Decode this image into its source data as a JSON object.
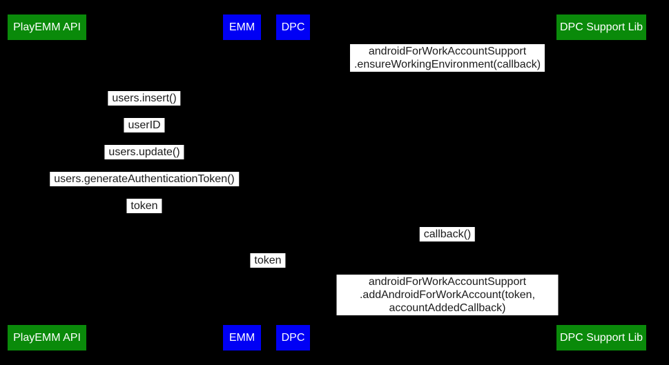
{
  "diagram": {
    "type": "sequence-diagram",
    "colors": {
      "background": "#000000",
      "actor_green": "#0a8a0a",
      "actor_blue": "#0000f5",
      "label_bg": "#ffffff",
      "label_text": "#1b1b1b",
      "actor_text": "#ffffff"
    },
    "actors": [
      {
        "label": "PlayEMM API"
      },
      {
        "label": "EMM"
      },
      {
        "label": "DPC"
      },
      {
        "label": "DPC Support Lib"
      }
    ],
    "messages": [
      {
        "text": "androidForWorkAccountSupport\n.ensureWorkingEnvironment(callback)"
      },
      {
        "text": "users.insert()"
      },
      {
        "text": "userID"
      },
      {
        "text": "users.update()"
      },
      {
        "text": "users.generateAuthenticationToken()"
      },
      {
        "text": "token"
      },
      {
        "text": "callback()"
      },
      {
        "text": "token"
      },
      {
        "text": "androidForWorkAccountSupport\n.addAndroidForWorkAccount(token, accountAddedCallback)"
      }
    ]
  }
}
